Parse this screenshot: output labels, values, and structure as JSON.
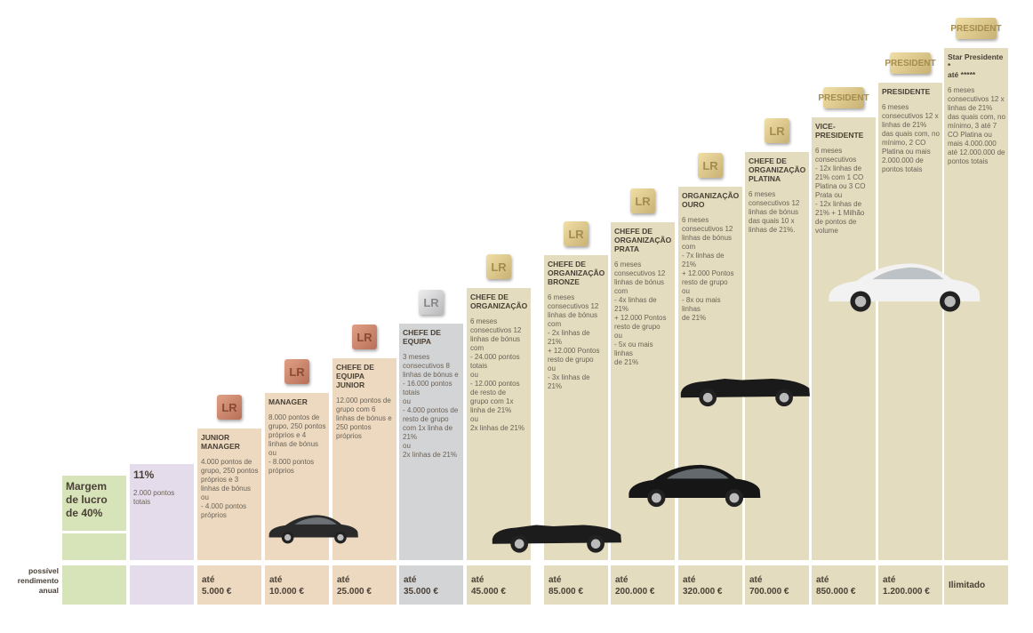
{
  "row_label": "possível\nrendimento\nanual",
  "colors": {
    "green": "#d7e3b9",
    "lavender": "#e4dcea",
    "peach": "#ecd9c0",
    "gray": "#d3d4d6",
    "khaki": "#e3dcbe"
  },
  "levels": [
    {
      "title": "Margem\nde lucro\nde 40%",
      "desc": "",
      "income": ""
    },
    {
      "title": "11%",
      "desc": "2.000 pontos\ntotais",
      "income": ""
    },
    {
      "title": "JUNIOR\nMANAGER",
      "desc": "4.000 pontos de grupo, 250 pontos próprios e 3 linhas de bónus ou\n- 4.000 pontos\n  próprios",
      "income": "até\n5.000 €"
    },
    {
      "title": "MANAGER",
      "desc": "8.000 pontos de grupo, 250 pontos próprios e 4 linhas de bónus ou\n- 8.000 pontos\n  próprios",
      "income": "até\n10.000 €"
    },
    {
      "title": "CHEFE DE\nEQUIPA JUNIOR",
      "desc": "12.000 pontos de grupo com 6 linhas de bónus e 250 pontos próprios",
      "income": "até\n25.000 €"
    },
    {
      "title": "CHEFE DE\nEQUIPA",
      "desc": "3 meses consecutivos 8 linhas de bónus e\n- 16.000 pontos\n  totais\nou\n- 4.000 pontos de\n  resto de grupo\n  com 1x linha de\n  21%\nou\n2x linhas de 21%",
      "income": "até\n35.000 €"
    },
    {
      "title": "CHEFE DE\nORGANIZAÇÃO",
      "desc": "6 meses consecutivos 12 linhas de bónus com\n- 24.000 pontos\n  totais\nou\n- 12.000 pontos\n  de resto de\n  grupo com 1x\n  linha de 21%\nou\n2x linhas de 21%",
      "income": "até\n45.000 €"
    },
    {
      "title": "CHEFE DE\nORGANIZAÇÃO\nBRONZE",
      "desc": "6 meses consecutivos 12 linhas de bónus com\n- 2x linhas de 21%\n  + 12.000 Pontos\n  resto de grupo\n  ou\n- 3x linhas de 21%",
      "income": "até\n85.000 €"
    },
    {
      "title": "CHEFE DE\nORGANIZAÇÃO\nPRATA",
      "desc": "6 meses consecutivos 12 linhas de bónus com\n- 4x linhas de 21%\n  + 12.000 Pontos\n  resto de grupo\n  ou\n- 5x ou mais linhas\n  de 21%",
      "income": "até\n200.000 €"
    },
    {
      "title": "ORGANIZAÇÃO\nOURO",
      "desc": "6 meses consecutivos 12 linhas de bónus com\n- 7x linhas de 21%\n  + 12.000 Pontos\n  resto de grupo\n  ou\n- 8x ou mais linhas\n  de 21%",
      "income": "até\n320.000 €"
    },
    {
      "title": "CHEFE DE\nORGANIZAÇÃO\nPLATINA",
      "desc": "6 meses consecutivos 12 linhas de bónus das quais 10 x linhas de 21%.",
      "income": "até\n700.000 €"
    },
    {
      "title": "VICE-\nPRESIDENTE",
      "desc": "6 meses consecutivos\n- 12x linhas de\n  21% com 1 CO\n  Platina ou 3 CO\n  Prata ou\n- 12x linhas de\n  21% + 1 Milhão\n  de pontos de\n  volume",
      "income": "até\n850.000 €"
    },
    {
      "title": "PRESIDENTE",
      "desc": "6 meses consecutivos 12 x linhas de 21% das quais com, no mínimo, 2 CO Platina ou mais 2.000.000 de pontos totais",
      "income": "até\n1.200.000 €"
    },
    {
      "title": "Star Presidente *\naté *****",
      "desc": "6 meses consecutivos 12 x linhas de 21% das quais com, no mínimo, 3 até 7 CO Platina ou mais 4.000.000 até 12.000.000 de pontos totais",
      "income": "Ilimitado"
    }
  ],
  "badge_text": "LR",
  "badge_wide_text": "PRESIDENT"
}
